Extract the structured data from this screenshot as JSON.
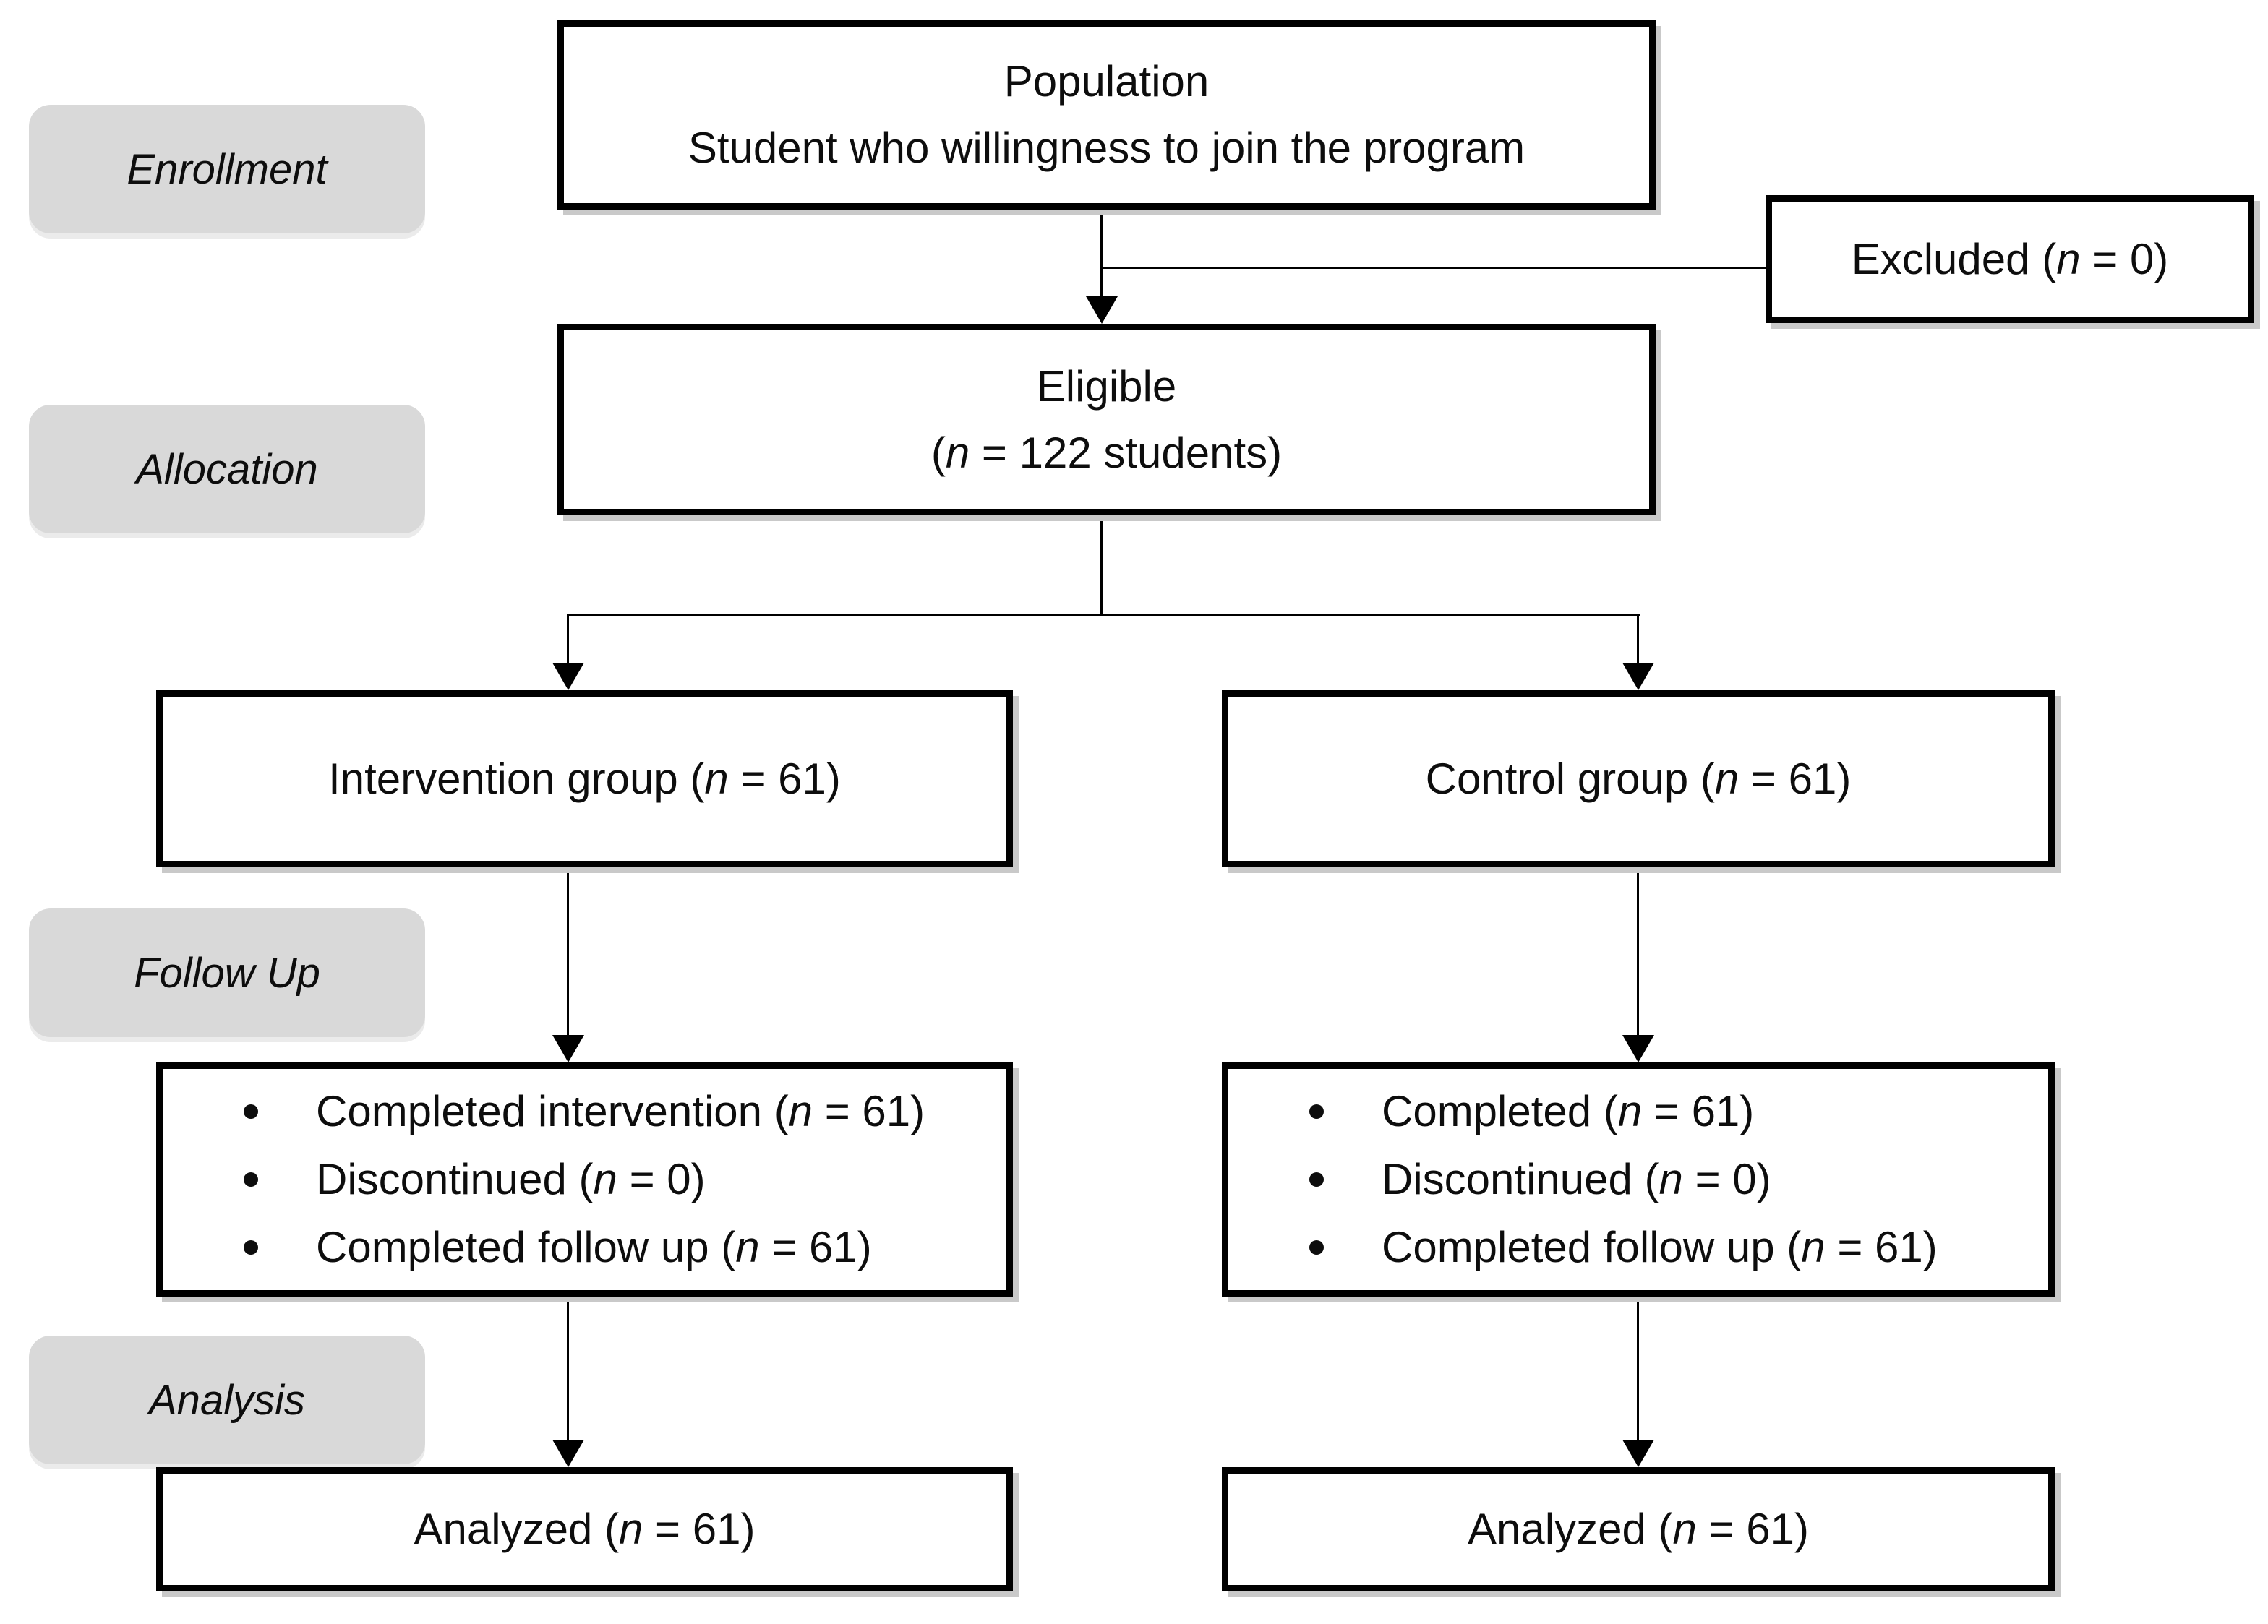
{
  "colors": {
    "stage_label_bg": "#d9d9d9",
    "line": "#000000",
    "box_border": "#000000",
    "text": "#0d0d0d"
  },
  "stage_labels": [
    "Enrollment",
    "Allocation",
    "Follow Up",
    "Analysis"
  ],
  "boxes": {
    "population": {
      "line1": "Population",
      "line2": "Student who willingness to join the program"
    },
    "excluded": {
      "label": "Excluded (n = 0)"
    },
    "eligible": {
      "line1": "Eligible",
      "line2": "(n = 122 students)"
    },
    "intervention_group": {
      "label": "Intervention group (n = 61)"
    },
    "control_group": {
      "label": "Control group (n = 61)"
    },
    "intervention_followup": {
      "bullets": [
        "Completed intervention (n = 61)",
        "Discontinued (n = 0)",
        "Completed follow up (n = 61)"
      ]
    },
    "control_followup": {
      "bullets": [
        "Completed (n = 61)",
        "Discontinued (n = 0)",
        "Completed follow up (n = 61)"
      ]
    },
    "intervention_analyzed": {
      "label": "Analyzed (n = 61)"
    },
    "control_analyzed": {
      "label": "Analyzed (n = 61)"
    }
  }
}
